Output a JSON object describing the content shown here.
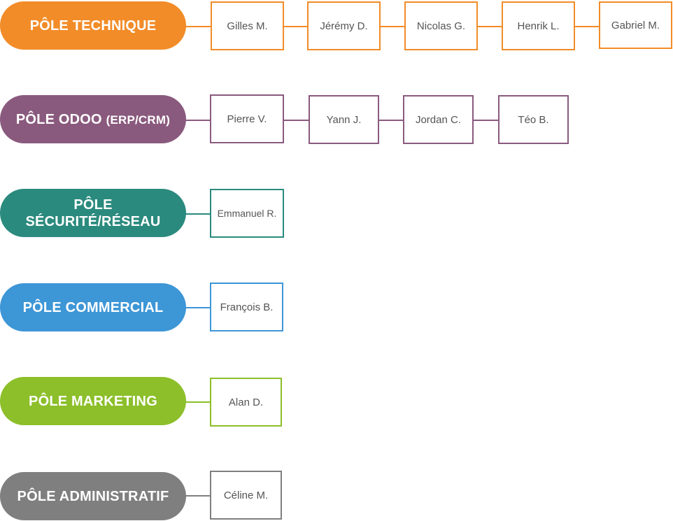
{
  "departments": [
    {
      "id": "technique",
      "label": "PÔLE TECHNIQUE",
      "color": "#F28C28",
      "members": [
        "Gilles M.",
        "Jérémy D.",
        "Nicolas G.",
        "Henrik L.",
        "Gabriel M."
      ]
    },
    {
      "id": "odoo",
      "label": "PÔLE ODOO",
      "label_suffix": "(ERP/CRM)",
      "color": "#8A5A7E",
      "members": [
        "Pierre V.",
        "Yann J.",
        "Jordan C.",
        "Téo B."
      ]
    },
    {
      "id": "securite",
      "label_lines": [
        "PÔLE",
        "SÉCURITÉ/RÉSEAU"
      ],
      "color": "#2A8A7D",
      "members": [
        "Emmanuel R."
      ]
    },
    {
      "id": "commercial",
      "label": "PÔLE COMMERCIAL",
      "color": "#3D96D6",
      "members": [
        "François B."
      ]
    },
    {
      "id": "marketing",
      "label": "PÔLE MARKETING",
      "color": "#8CBF2A",
      "members": [
        "Alan D."
      ]
    },
    {
      "id": "administratif",
      "label": "PÔLE ADMINISTRATIF",
      "color": "#7F7F7F",
      "members": [
        "Céline M."
      ]
    }
  ]
}
